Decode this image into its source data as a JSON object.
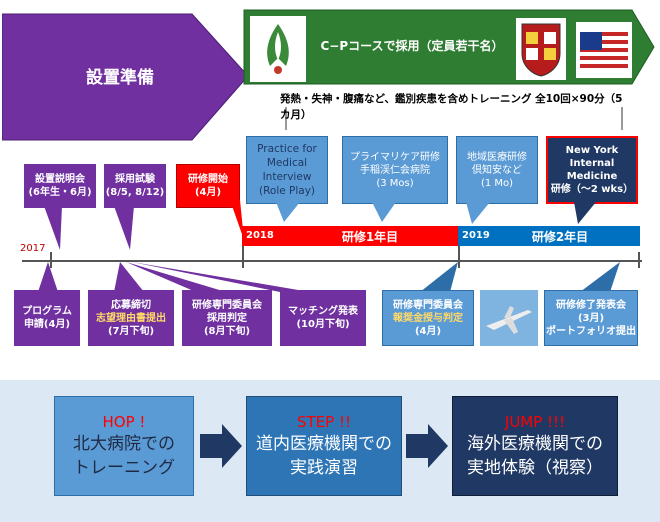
{
  "phase": {
    "prep": "設置準備",
    "cp_course": "C−Pコースで採用（定員若干名）",
    "training_note": "発熱・失神・腹痛など、鑑別疾患を含めトレーニング 全10回×90分（5カ月）"
  },
  "top_boxes": {
    "explain": [
      "設置説明会",
      "(6年生・6月)"
    ],
    "exam": [
      "採用試験",
      "(8/5, 8/12)"
    ],
    "start": [
      "研修開始",
      "(4月)"
    ],
    "interview": [
      "Practice for",
      "Medical Interview",
      "(Role Play)"
    ],
    "primary": [
      "プライマリケア研修",
      "手稲渓仁会病院",
      "(3 Mos)"
    ],
    "regional": [
      "地域医療研修",
      "倶知安など",
      "(1 Mo)"
    ],
    "newyork": [
      "New York",
      "Internal Medicine",
      "研修（～2 wks）"
    ]
  },
  "timeline": {
    "y2017": "2017",
    "y2018": "2018",
    "y2019": "2019",
    "year1": "研修1年目",
    "year2": "研修2年目"
  },
  "bottom_boxes": {
    "program": [
      "プログラム",
      "申請(4月)"
    ],
    "apply": [
      "応募締切",
      "志望理由書提出",
      "(7月下旬)"
    ],
    "committee1": [
      "研修専門委員会",
      "採用判定",
      "(8月下旬)"
    ],
    "matching": [
      "マッチング発表",
      "(10月下旬)"
    ],
    "committee2": [
      "研修専門委員会",
      "報奨金授与判定",
      "(4月)"
    ],
    "finish": [
      "研修修了発表会",
      "(3月)",
      "ポートフォリオ提出"
    ]
  },
  "steps": [
    {
      "title": "HOP !",
      "lines": [
        "北大病院での",
        "トレーニング"
      ]
    },
    {
      "title": "STEP !!",
      "lines": [
        "道内医療機関での",
        "実践演習"
      ]
    },
    {
      "title": "JUMP !!!",
      "lines": [
        "海外医療機関での",
        "実地体験（視察）"
      ]
    }
  ],
  "colors": {
    "purple": "#7030a0",
    "green": "#2e7d32",
    "red": "#ff0000",
    "blue": "#0070c0",
    "lightblue": "#5b9bd5",
    "navy": "#1f3864"
  }
}
